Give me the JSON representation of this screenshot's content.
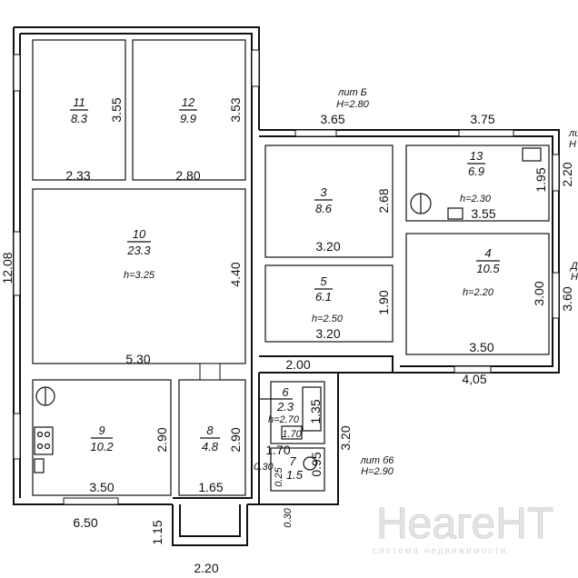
{
  "rooms": [
    {
      "id": "11",
      "area": "8.3"
    },
    {
      "id": "12",
      "area": "9.9"
    },
    {
      "id": "10",
      "area": "23.3",
      "height": "h=3.25"
    },
    {
      "id": "9",
      "area": "10.2"
    },
    {
      "id": "8",
      "area": "4.8"
    },
    {
      "id": "3",
      "area": "8.6"
    },
    {
      "id": "5",
      "area": "6.1",
      "height": "h=2.50"
    },
    {
      "id": "13",
      "area": "6.9",
      "height": "h=2.30"
    },
    {
      "id": "4",
      "area": "10.5",
      "height": "h=2.20"
    },
    {
      "id": "6",
      "area": "2.3",
      "height": "h=2.70"
    },
    {
      "id": "7",
      "area": "1.5"
    }
  ],
  "dimensions": {
    "overall_height": "12.08",
    "r11_h": "3.55",
    "r12_h": "3.53",
    "r11_w": "2.33",
    "r12_w": "2.80",
    "r10_h": "4.40",
    "r10_w": "5.30",
    "r9_h": "2.90",
    "r9_w": "3.50",
    "r8_h": "2.90",
    "r8_w": "1.65",
    "overall_w": "6.50",
    "porch_h": "1.15",
    "porch_w": "2.20",
    "r3_top": "3.65",
    "r13_top": "3.75",
    "r3_h": "2.68",
    "r3_w": "3.20",
    "r5_h": "1.90",
    "r5_w": "3.20",
    "r13_h": "1.95",
    "r13_outer": "2.20",
    "r13_w": "3.55",
    "r4_h": "3.00",
    "r4_outer": "3.60",
    "r4_w": "3.50",
    "lit_b_w": "4,05",
    "gap": "2.00",
    "lit_b1_h": "3.20",
    "r6_h": "1.35",
    "r6_w": "1.70",
    "r6_w2": "1.70",
    "r7_h": "0.95",
    "r7_a": "0.30",
    "r7_b": "0.25",
    "r7_c": "0.30"
  },
  "labels": {
    "lit_b_name": "лит Б",
    "lit_b_height": "H=2.80",
    "lit_b1_name": "лит б6",
    "lit_b1_height": "H=2.90",
    "edge_top_1": "ли",
    "edge_top_2": "H",
    "edge_mid_1": "Д",
    "edge_mid_2": "H"
  },
  "watermark": {
    "brand": "НеагеНТ",
    "tagline": "система недвижимости"
  }
}
